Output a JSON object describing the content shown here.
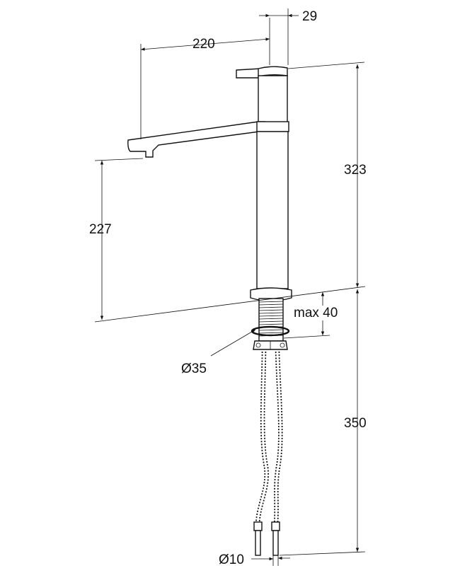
{
  "dimensions": {
    "body_diameter": "29",
    "spout_reach": "220",
    "total_height": "323",
    "spout_height": "227",
    "max_thickness": "max 40",
    "hole_diameter": "Ø35",
    "hose_length": "350",
    "hose_connection": "Ø10"
  },
  "colors": {
    "line": "#111111",
    "background": "#ffffff"
  }
}
